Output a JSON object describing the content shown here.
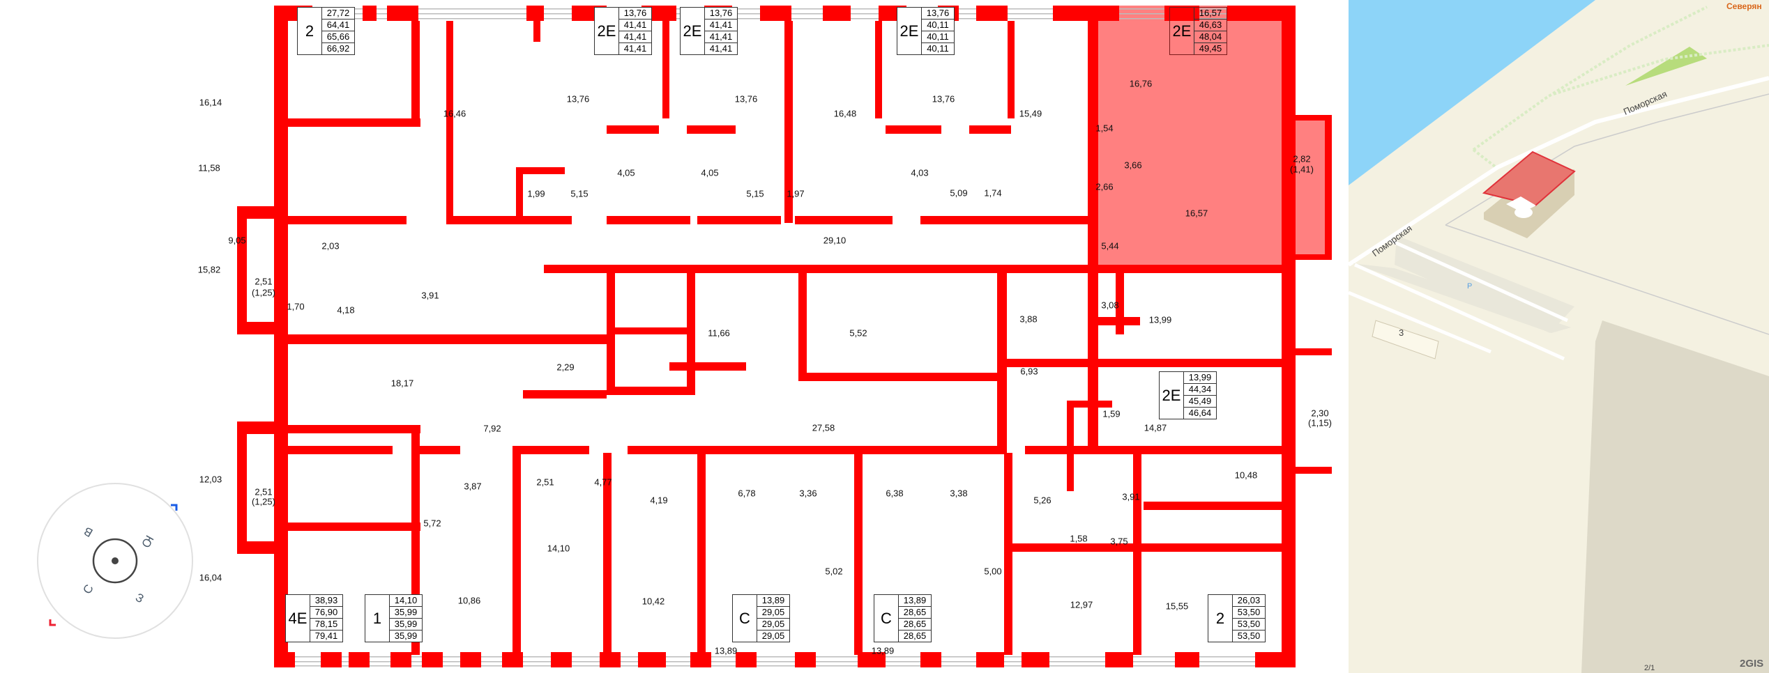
{
  "colors": {
    "wall": "#ff0000",
    "selected_apartment": "#ff8080",
    "water": "#8dd4f8",
    "land": "#f4f1e1",
    "park": "#b7dc7c",
    "building_highlight": "#e8766f"
  },
  "rooms": [
    "16,14",
    "11,58",
    "15,82",
    "9,05",
    "2,03",
    "3,91",
    "1,70",
    "4,18",
    "16,46",
    "1,99",
    "5,15",
    "13,76",
    "4,05",
    "13,76",
    "4,05",
    "5,15",
    "1,97",
    "16,48",
    "13,76",
    "4,03",
    "5,09",
    "1,74",
    "15,49",
    "16,76",
    "1,54",
    "3,66",
    "2,66",
    "16,57",
    "5,44",
    "2,82",
    "(1,41)",
    "29,10",
    "11,66",
    "5,52",
    "3,88",
    "3,08",
    "13,99",
    "6,93",
    "1,59",
    "14,87",
    "2,30",
    "(1,15)",
    "2,51",
    "(1,25)",
    "2,29",
    "18,17",
    "7,92",
    "27,58",
    "12,03",
    "3,87",
    "2,51",
    "4,77",
    "4,19",
    "6,78",
    "3,36",
    "6,38",
    "3,38",
    "5,26",
    "1,58",
    "3,91",
    "3,75",
    "10,48",
    "5,72",
    "2,51",
    "(1,25)",
    "16,04",
    "10,86",
    "14,10",
    "10,42",
    "5,02",
    "5,00",
    "12,97",
    "15,55",
    "13,89",
    "13,89"
  ],
  "apartments": [
    {
      "type": "2",
      "values": [
        "27,72",
        "64,41",
        "65,66",
        "66,92"
      ]
    },
    {
      "type": "2E",
      "values": [
        "13,76",
        "41,41",
        "41,41",
        "41,41"
      ]
    },
    {
      "type": "2E",
      "values": [
        "13,76",
        "41,41",
        "41,41",
        "41,41"
      ]
    },
    {
      "type": "2E",
      "values": [
        "13,76",
        "40,11",
        "40,11",
        "40,11"
      ]
    },
    {
      "type": "2E",
      "values": [
        "16,57",
        "46,63",
        "48,04",
        "49,45"
      ],
      "selected": true
    },
    {
      "type": "2E",
      "values": [
        "13,99",
        "44,34",
        "45,49",
        "46,64"
      ]
    },
    {
      "type": "4E",
      "values": [
        "38,93",
        "76,90",
        "78,15",
        "79,41"
      ]
    },
    {
      "type": "1",
      "values": [
        "14,10",
        "35,99",
        "35,99",
        "35,99"
      ]
    },
    {
      "type": "С",
      "values": [
        "13,89",
        "29,05",
        "29,05",
        "29,05"
      ]
    },
    {
      "type": "С",
      "values": [
        "13,89",
        "28,65",
        "28,65",
        "28,65"
      ]
    },
    {
      "type": "2",
      "values": [
        "26,03",
        "53,50",
        "53,50",
        "53,50"
      ]
    }
  ],
  "compass": {
    "north": "С",
    "south": "Ю",
    "east": "В",
    "west": "З"
  },
  "map": {
    "street_1": "Поморская",
    "street_2": "Поморская",
    "poi": "Северян",
    "building_number": "3",
    "parking": "P",
    "building_number_2": "2/1",
    "brand": "2GIS"
  }
}
